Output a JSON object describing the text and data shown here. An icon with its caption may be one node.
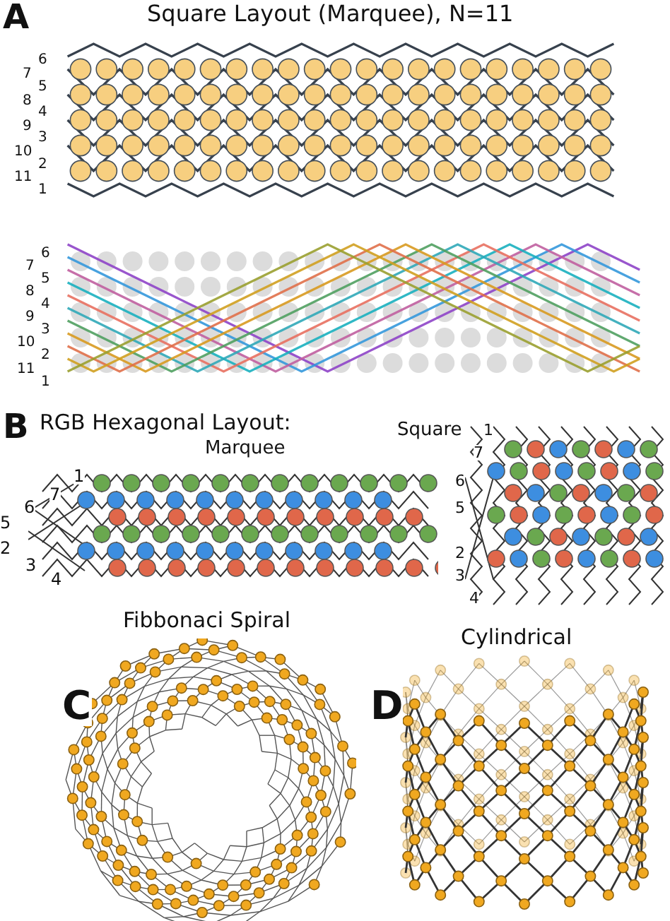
{
  "diagram": {
    "labels": [
      "A",
      "Square Layout (Marquee), N=11",
      "6",
      "7",
      "5",
      "8",
      "4",
      "9",
      "3",
      "10",
      "2",
      "11",
      "1",
      "6",
      "7",
      "5",
      "8",
      "4",
      "9",
      "3",
      "10",
      "2",
      "11",
      "1",
      "B",
      "RGB Hexagonal Layout:",
      "Marquee",
      "1",
      "7",
      "6",
      "5",
      "2",
      "3",
      "4",
      "Square",
      "1",
      "7",
      "6",
      "5",
      "2",
      "3",
      "4",
      "C",
      "Fibbonaci Spiral",
      "D",
      "Cylindrical"
    ]
  }
}
